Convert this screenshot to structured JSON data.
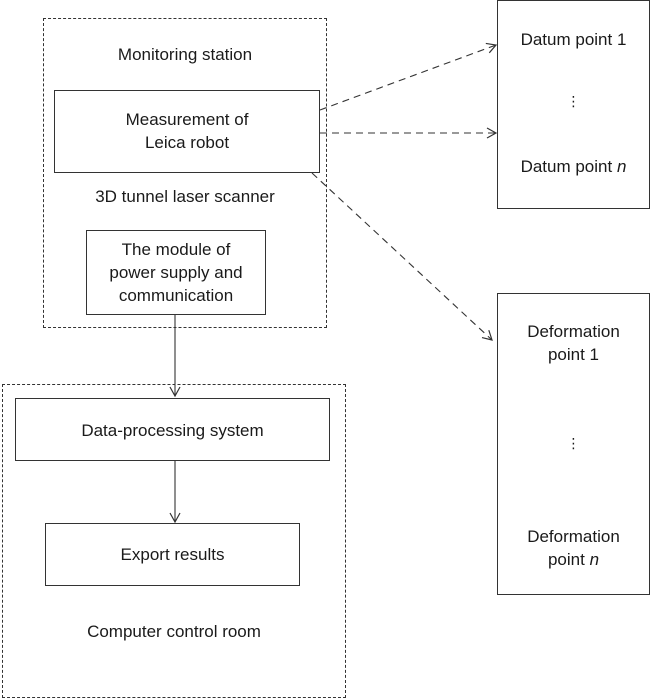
{
  "monitoring_station": {
    "title": "Monitoring station",
    "measurement_line1": "Measurement of",
    "measurement_line2": "Leica robot",
    "scanner": "3D tunnel laser scanner",
    "module_line1": "The module of",
    "module_line2": "power supply and",
    "module_line3": "communication"
  },
  "datum_points": {
    "first": "Datum point 1",
    "ellipsis": "⋮",
    "last_prefix": "Datum point ",
    "last_var": "n"
  },
  "deformation_points": {
    "first_line1": "Deformation",
    "first_line2": "point 1",
    "ellipsis": "⋮",
    "last_line1": "Deformation",
    "last_prefix": "point ",
    "last_var": "n"
  },
  "control_room": {
    "processing": "Data-processing system",
    "export": "Export results",
    "title": "Computer control room"
  }
}
